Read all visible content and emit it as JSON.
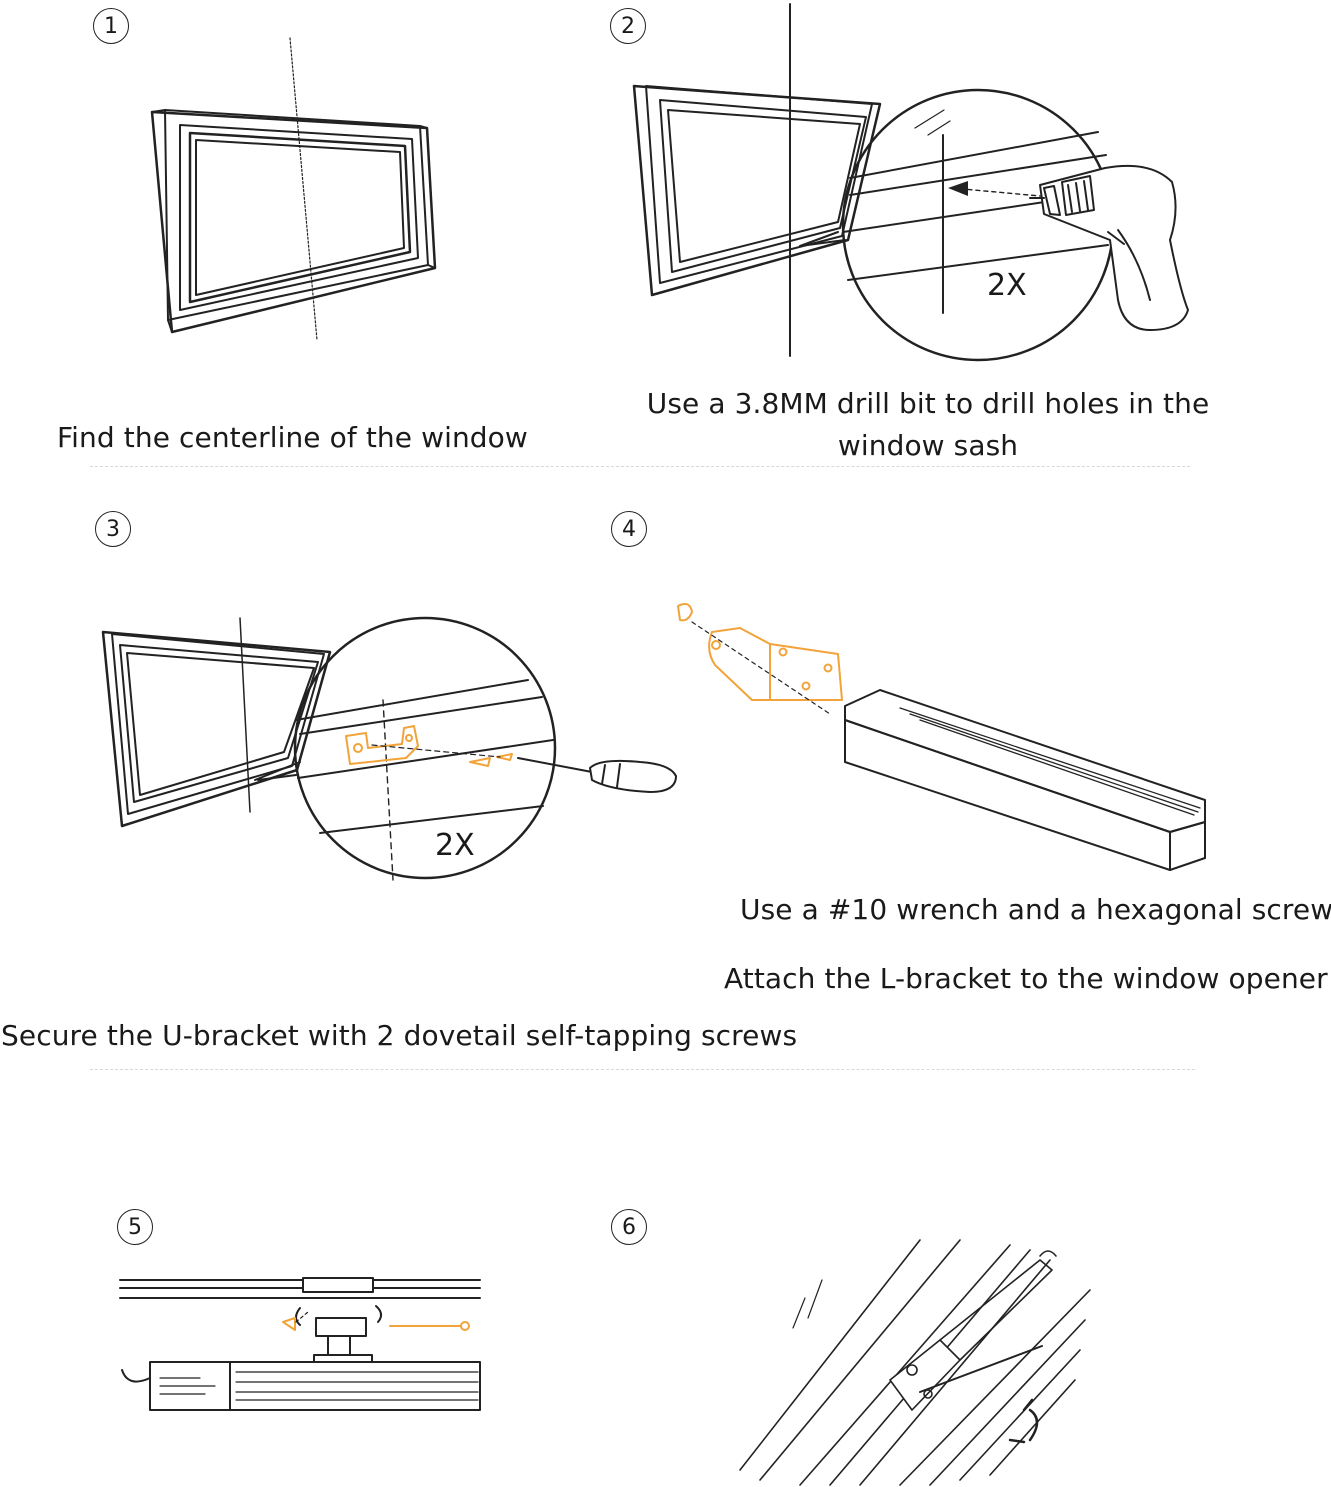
{
  "steps": [
    {
      "number": "1",
      "caption": "Find the centerline of the window"
    },
    {
      "number": "2",
      "caption_line1": "Use a 3.8MM drill bit to drill holes in the",
      "caption_line2": "window sash",
      "callout": "2X"
    },
    {
      "number": "3",
      "caption": "Secure the U-bracket with 2 dovetail self-tapping screws",
      "callout": "2X"
    },
    {
      "number": "4",
      "caption_line1": "Use a #10 wrench and a hexagonal screw",
      "caption_line2": "Attach the L-bracket to the window opener"
    },
    {
      "number": "5"
    },
    {
      "number": "6"
    }
  ],
  "colors": {
    "line": "#222222",
    "accent": "#f2a33a",
    "divider": "#d8d8d8"
  }
}
